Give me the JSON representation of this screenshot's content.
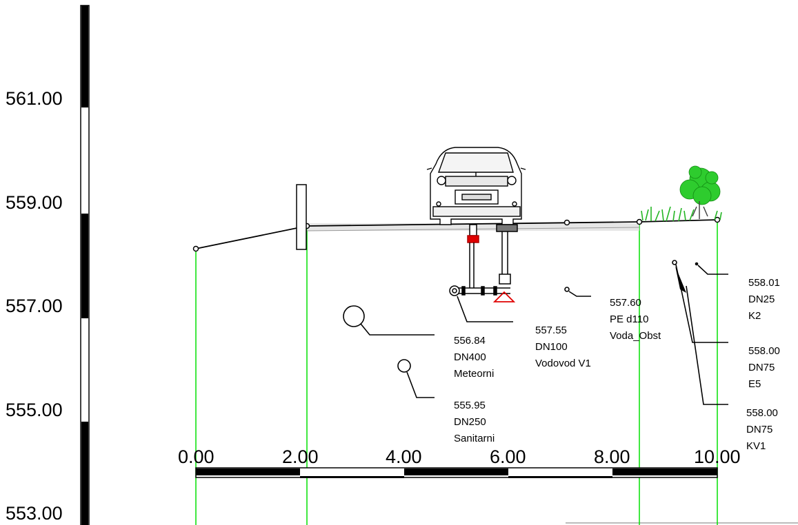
{
  "y_axis": {
    "labels": [
      "561.00",
      "559.00",
      "557.00",
      "555.00",
      "553.00"
    ]
  },
  "x_axis": {
    "labels": [
      "0.00",
      "2.00",
      "4.00",
      "6.00",
      "8.00",
      "10.00"
    ]
  },
  "callouts": [
    {
      "id": "c1",
      "lines": [
        "556.84",
        "DN400",
        "Meteorni"
      ]
    },
    {
      "id": "c2",
      "lines": [
        "555.95",
        "DN250",
        "Sanitarni"
      ]
    },
    {
      "id": "c3",
      "lines": [
        "557.55",
        "DN100",
        "Vodovod V1"
      ]
    },
    {
      "id": "c4",
      "lines": [
        "557.60",
        "PE d110",
        "Voda_Obst"
      ]
    },
    {
      "id": "c5",
      "lines": [
        "558.01",
        "DN25",
        "K2"
      ]
    },
    {
      "id": "c6",
      "lines": [
        "558.00",
        "DN75",
        "E5"
      ]
    },
    {
      "id": "c7",
      "lines": [
        "558.00",
        "DN75",
        "KV1"
      ]
    }
  ],
  "colors": {
    "ground_line": "#000000",
    "station_lines": "#00e000",
    "valve_marker": "#e00000",
    "vegetation": "#2ecc2e"
  },
  "icons": [
    "car-icon",
    "bush-icon",
    "grass-icon",
    "valve-icon",
    "hydrant-icon"
  ]
}
